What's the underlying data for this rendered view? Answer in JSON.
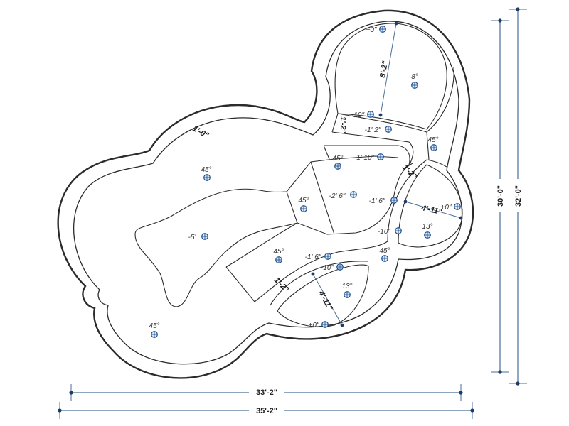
{
  "colors": {
    "outline": "#2b2b2b",
    "dimension_line": "#4a6f96",
    "marker": "#1d4f8f",
    "marker_fill": "#dde8f6"
  },
  "markers": [
    {
      "label": "+0\""
    },
    {
      "label": "8°"
    },
    {
      "label": "-10\""
    },
    {
      "label": "-1' 2\""
    },
    {
      "label": "45°"
    },
    {
      "label": "-1' 10\""
    },
    {
      "label": "45°"
    },
    {
      "label": "-2' 6\""
    },
    {
      "label": "45°"
    },
    {
      "label": "45°"
    },
    {
      "label": "-5'"
    },
    {
      "label": "-1' 6\""
    },
    {
      "label": "+0\""
    },
    {
      "label": "-10\""
    },
    {
      "label": "13°"
    },
    {
      "label": "45°"
    },
    {
      "label": "-1' 6\""
    },
    {
      "label": "45°"
    },
    {
      "label": "-10\""
    },
    {
      "label": "13°"
    },
    {
      "label": "+0\""
    },
    {
      "label": "45°"
    }
  ],
  "bench_labels": {
    "top_left_wall": "1'-0\"",
    "step_upper": "1'-2\"",
    "step_right": "1'-2\"",
    "step_lower": "1'-2\""
  },
  "dimensions": {
    "spa_top_length": "8'-2\"",
    "spa_right_length": "4'-11\"",
    "spa_bottom_length": "4'-11\"",
    "inner_width": "33'-2\"",
    "overall_width": "35'-2\"",
    "inner_length": "30'-0\"",
    "overall_length": "32'-0\""
  }
}
